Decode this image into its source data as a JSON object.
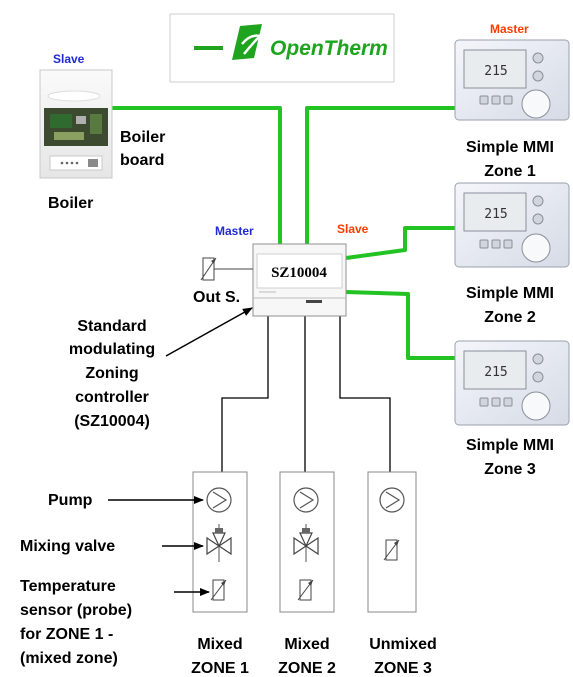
{
  "logo": {
    "text": "OpenTherm"
  },
  "boiler": {
    "role": "Slave",
    "name": "Boiler",
    "board_line1": "Boiler",
    "board_line2": "board"
  },
  "controller": {
    "model": "SZ10004",
    "role_left": "Master",
    "role_right": "Slave",
    "out_sensor_label": "Out S.",
    "description": [
      "Standard",
      "modulating",
      "Zoning",
      "controller",
      "(SZ10004)"
    ]
  },
  "thermostats": [
    {
      "role": "Master",
      "line1": "Simple MMI",
      "line2": "Zone 1",
      "display": "215"
    },
    {
      "role": "",
      "line1": "Simple MMI",
      "line2": "Zone 2",
      "display": "215"
    },
    {
      "role": "",
      "line1": "Simple MMI",
      "line2": "Zone 3",
      "display": "215"
    }
  ],
  "legend": {
    "pump": "Pump",
    "valve": "Mixing valve",
    "sensor": [
      "Temperature",
      "sensor (probe)",
      "for ZONE 1 -",
      "(mixed zone)"
    ]
  },
  "zones": [
    {
      "line1": "Mixed",
      "line2": "ZONE 1"
    },
    {
      "line1": "Mixed",
      "line2": "ZONE 2"
    },
    {
      "line1": "Unmixed",
      "line2": "ZONE 3"
    }
  ],
  "colors": {
    "opentherm_line": "#22c322",
    "wire": "#000000",
    "master_label": "#1f2bd0",
    "slave_label": "#ff3b00",
    "logo_green": "#1ea41e"
  }
}
